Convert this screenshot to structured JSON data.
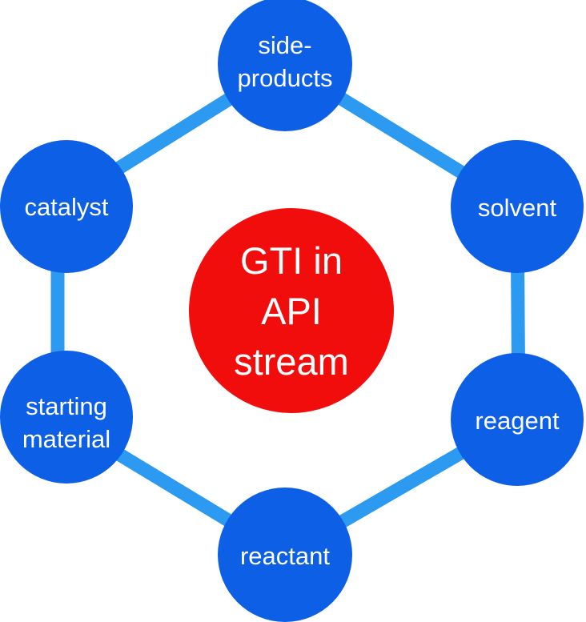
{
  "diagram": {
    "center": {
      "lines": [
        "GTI in",
        "API",
        "stream"
      ],
      "color": "#f20d0d"
    },
    "ring_color": "#2b9af0",
    "node_color": "#0d5fe6",
    "text_color": "#ffffff",
    "nodes": [
      {
        "lines": [
          "side-",
          "products"
        ]
      },
      {
        "lines": [
          "solvent"
        ]
      },
      {
        "lines": [
          "reagent"
        ]
      },
      {
        "lines": [
          "reactant"
        ]
      },
      {
        "lines": [
          "starting",
          "material"
        ]
      },
      {
        "lines": [
          "catalyst"
        ]
      }
    ]
  }
}
